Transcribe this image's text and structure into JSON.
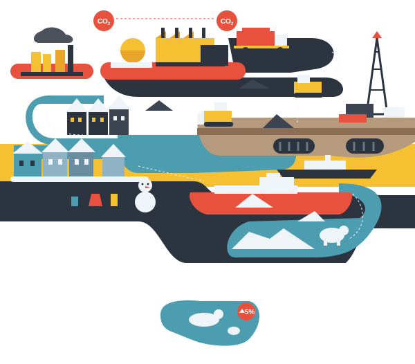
{
  "co2_badges": {
    "left": "CO",
    "right": "CO",
    "subscript": "2"
  },
  "polar_bear_stat": {
    "value": "5%",
    "direction": "up"
  },
  "colors": {
    "road": "#2c3440",
    "water": "#4d9db1",
    "snow": "#eef4f7",
    "accent_red": "#e8513d",
    "accent_yellow": "#f5c132",
    "ground": "#b59a7e"
  },
  "icons": [
    "factory-icon",
    "refinery-icon",
    "truck-icon",
    "oil-rig-icon",
    "bulldozer-icon",
    "pipeline-icon",
    "house-icon",
    "snowman-icon",
    "skater-icon",
    "ship-icon",
    "iceberg-icon",
    "polar-bear-icon"
  ]
}
